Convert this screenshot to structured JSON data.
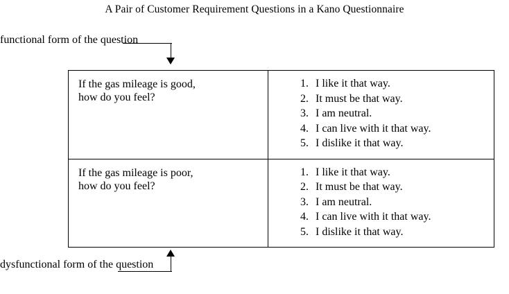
{
  "figure": {
    "title": "A Pair of Customer Requirement Questions in a Kano Questionnaire"
  },
  "callouts": {
    "functional": {
      "line1": "functional form of",
      "line2": "the question",
      "text": "functional form of\nthe question",
      "arrow": "arrow-down"
    },
    "dysfunctional": {
      "line1": "dysfunctional form",
      "line2": "of the question",
      "text": "dysfunctional form\nof the question",
      "arrow": "arrow-up"
    }
  },
  "table": {
    "rows": [
      {
        "form": "functional",
        "question": "If the gas mileage is good,\nhow do you feel?",
        "answers": [
          {
            "num": "1.",
            "label": "I like it that way."
          },
          {
            "num": "2.",
            "label": "It must be that way."
          },
          {
            "num": "3.",
            "label": "I am neutral."
          },
          {
            "num": "4.",
            "label": "I can live with it that way."
          },
          {
            "num": "5.",
            "label": "I dislike it that way."
          }
        ]
      },
      {
        "form": "dysfunctional",
        "question": "If the gas mileage is poor,\nhow do you feel?",
        "answers": [
          {
            "num": "1.",
            "label": "I like it that way."
          },
          {
            "num": "2.",
            "label": "It must be that way."
          },
          {
            "num": "3.",
            "label": "I am neutral."
          },
          {
            "num": "4.",
            "label": "I can live with it that way."
          },
          {
            "num": "5.",
            "label": "I dislike it that way."
          }
        ]
      }
    ]
  },
  "colors": {
    "background": "#ffffff",
    "ink": "#000000",
    "border": "#000000"
  }
}
